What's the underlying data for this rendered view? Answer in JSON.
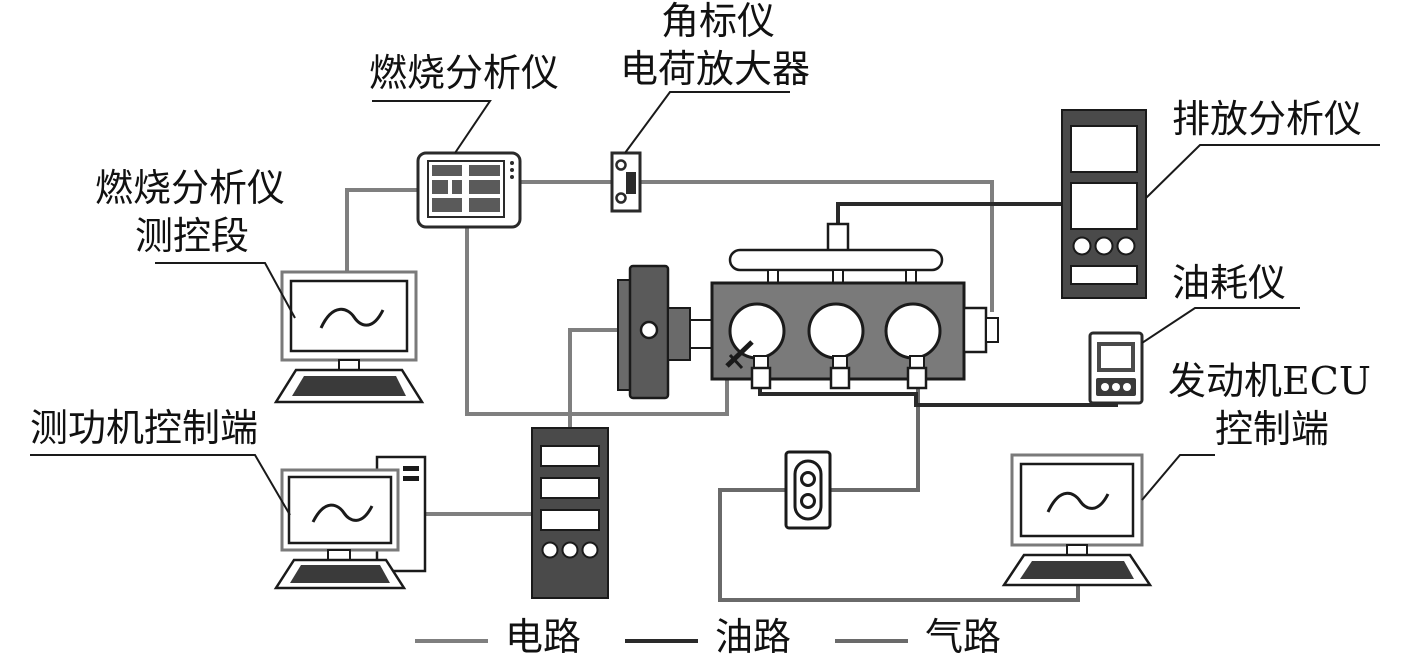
{
  "labels": {
    "combustion_analyzer": "燃烧分析仪",
    "combustion_control_1": "燃烧分析仪",
    "combustion_control_2": "测控段",
    "angle_1": "角标仪",
    "angle_2": "电荷放大器",
    "emission_analyzer": "排放分析仪",
    "fuel_meter": "油耗仪",
    "ecu_1": "发动机ECU",
    "ecu_2": "控制端",
    "dyno_control": "测功机控制端"
  },
  "legend": {
    "electric": "电路",
    "oil": "油路",
    "gas": "气路"
  },
  "colors": {
    "electric": "#7f7f7f",
    "oil": "#2a2a2a",
    "gas": "#6a6a6a",
    "device_dark": "#4a4a4a",
    "device_mid": "#7a7a7a"
  },
  "icons": {
    "monitor_curve": "sine-wave-icon"
  }
}
